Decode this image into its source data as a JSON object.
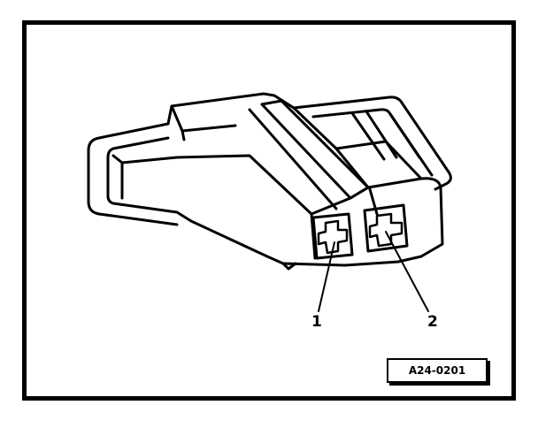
{
  "callouts": {
    "item_1": "1",
    "item_2": "2"
  },
  "figure": {
    "reference_code": "A24-0201"
  }
}
